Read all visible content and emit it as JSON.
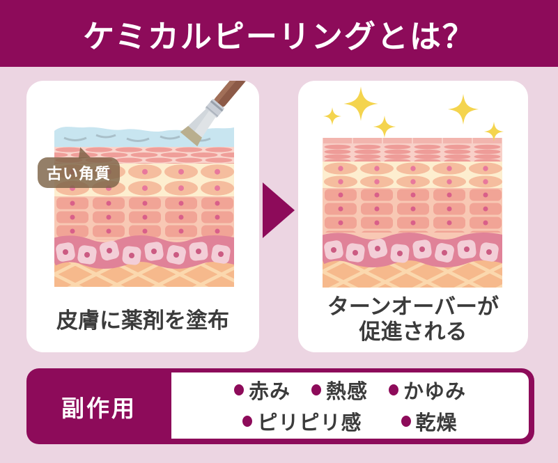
{
  "header": {
    "title": "ケミカルピーリングとは？"
  },
  "before_card": {
    "bubble_label": "古い角質",
    "caption": "皮膚に薬剤を塗布"
  },
  "after_card": {
    "caption_line1": "ターンオーバーが",
    "caption_line2": "促進される"
  },
  "side_effects": {
    "label": "副作用",
    "items": [
      "赤み",
      "熱感",
      "かゆみ",
      "ピリピリ感",
      "乾燥"
    ]
  },
  "icons": {
    "arrow": "arrow-right-icon",
    "brush": "paintbrush-icon",
    "sparkles": "sparkle-icon",
    "bubble": "speech-bubble"
  },
  "colors": {
    "brand_magenta": "#8D0B5A",
    "background": "#ECD5E2",
    "card": "#FFFFFF",
    "text_dark": "#3B3B3B",
    "sparkle_gold": "#F4D44E",
    "liquid_blue": "#C8E5F0",
    "bubble_brown": "#7C6347"
  }
}
